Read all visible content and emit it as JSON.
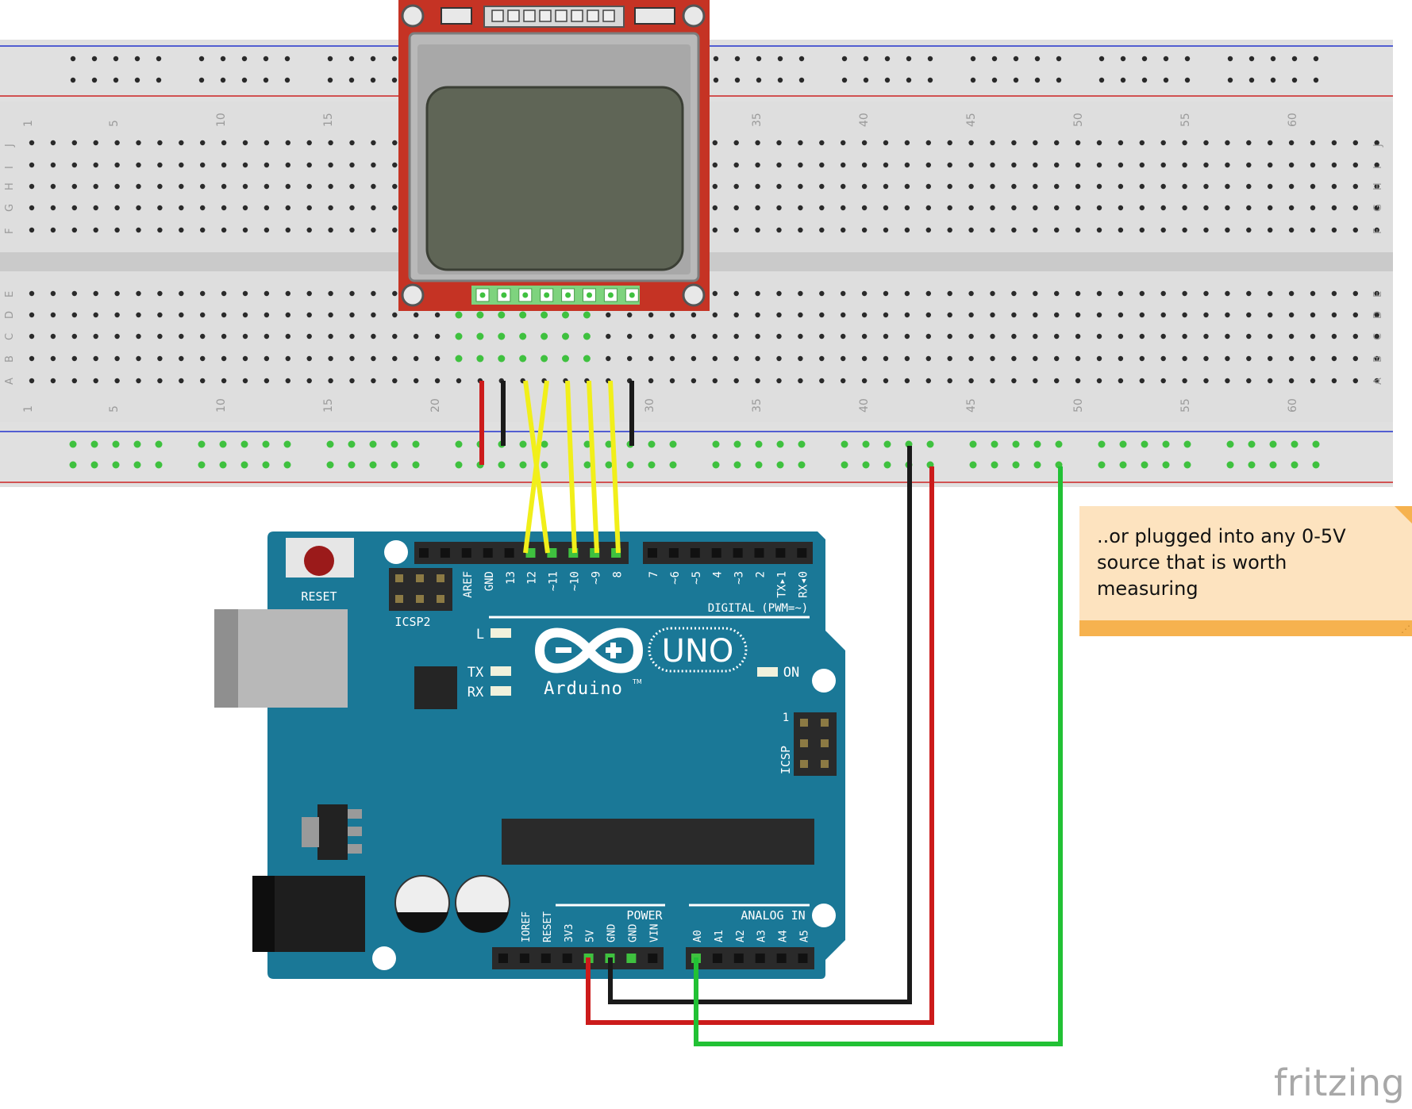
{
  "breadboard": {
    "column_labels": [
      "1",
      "5",
      "10",
      "15",
      "20",
      "30",
      "35",
      "40",
      "45",
      "50",
      "55",
      "60"
    ],
    "row_labels_top": [
      "J",
      "I",
      "H",
      "G",
      "F"
    ],
    "row_labels_bottom": [
      "E",
      "D",
      "C",
      "B",
      "A"
    ]
  },
  "arduino": {
    "reset_label": "RESET",
    "icsp2_label": "ICSP2",
    "icsp_label": "ICSP",
    "icsp_pin1": "1",
    "digital_label": "DIGITAL (PWM=~)",
    "power_label": "POWER",
    "analog_label": "ANALOG IN",
    "led_l": "L",
    "led_tx": "TX",
    "led_rx": "RX",
    "led_on": "ON",
    "brand": "Arduino",
    "trademark": "TM",
    "model": "UNO",
    "digital_pins": [
      "AREF",
      "GND",
      "13",
      "12",
      "~11",
      "~10",
      "~9",
      "8",
      "7",
      "~6",
      "~5",
      "4",
      "~3",
      "2",
      "TX▸1",
      "RX◂0"
    ],
    "power_pins": [
      "IOREF",
      "RESET",
      "3V3",
      "5V",
      "GND",
      "GND",
      "VIN"
    ],
    "analog_pins": [
      "A0",
      "A1",
      "A2",
      "A3",
      "A4",
      "A5"
    ]
  },
  "note": {
    "text": "..or plugged into any 0-5V source that is worth measuring"
  },
  "watermark": "fritzing",
  "colors": {
    "board_blue": "#1a7897",
    "breadboard": "#dcdcdc",
    "lcd_pcb": "#c53324",
    "wire_yellow": "#f1ef1a",
    "wire_red": "#cc1b1b",
    "wire_black": "#1a1a1a",
    "wire_green": "#22c135",
    "note_bg": "#fde3bf"
  }
}
